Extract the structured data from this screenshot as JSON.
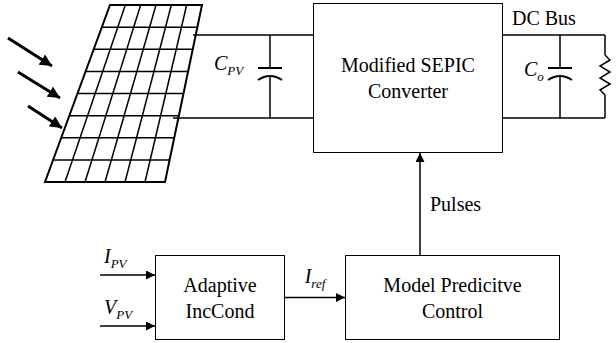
{
  "diagram": {
    "nodes": [
      {
        "text": [
          "Modified SEPIC Converter"
        ]
      },
      {
        "text": [
          "Adaptive IncCond"
        ]
      },
      {
        "text": [
          "Model Predicitve Control"
        ]
      }
    ],
    "edges": [
      {
        "from": 1,
        "to": 2,
        "label": "Iref",
        "arrow": "to"
      },
      {
        "from": 2,
        "to": 0,
        "label": "Pulses",
        "arrow": "to"
      }
    ],
    "labels": [
      "CPV",
      "DC Bus",
      "Co",
      "IPV",
      "VPV"
    ]
  }
}
